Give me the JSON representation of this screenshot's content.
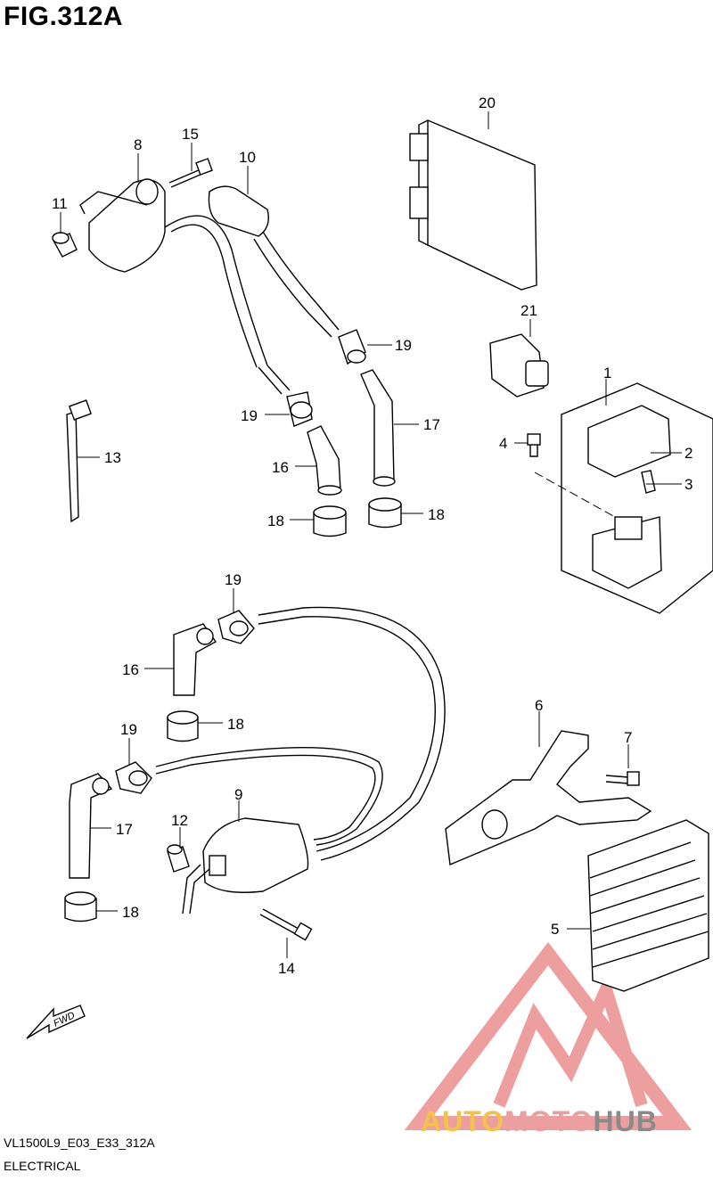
{
  "title": "FIG.312A",
  "diagram_code": "VL1500L9_E03_E33_312A",
  "section_name": "ELECTRICAL",
  "fwd_label": "FWD",
  "watermark": {
    "part1": "AUTO",
    "part2": "MOTO",
    "part3": "HUB",
    "colors": {
      "yellow": "#f2c14e",
      "red": "#e8a0a0",
      "gray": "#8a8a8a",
      "triangle": "#e88080"
    }
  },
  "callouts": {
    "c1": "1",
    "c2": "2",
    "c3": "3",
    "c4": "4",
    "c5": "5",
    "c6": "6",
    "c7": "7",
    "c8": "8",
    "c9": "9",
    "c10": "10",
    "c11": "11",
    "c12": "12",
    "c13": "13",
    "c14": "14",
    "c15": "15",
    "c16a": "16",
    "c16b": "16",
    "c17a": "17",
    "c17b": "17",
    "c18a": "18",
    "c18b": "18",
    "c18c": "18",
    "c18d": "18",
    "c19a": "19",
    "c19b": "19",
    "c19c": "19",
    "c19d": "19",
    "c20": "20",
    "c21": "21"
  }
}
